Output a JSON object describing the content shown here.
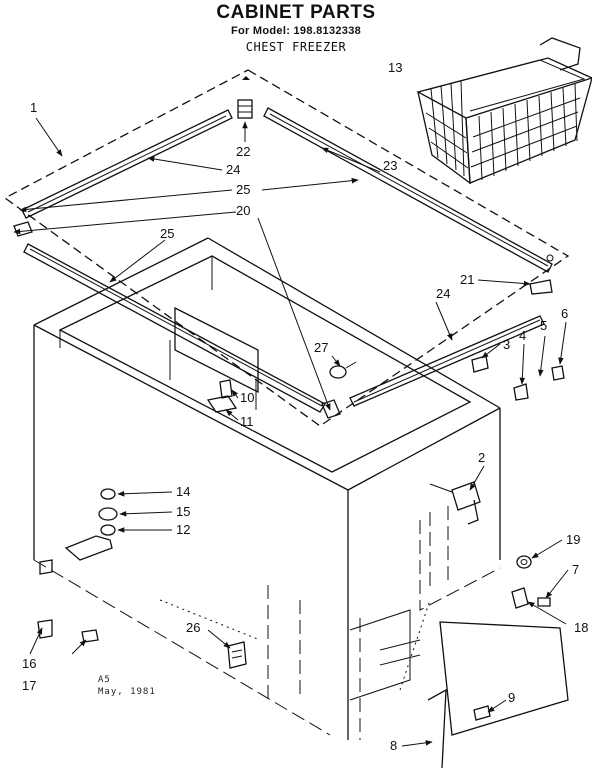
{
  "header": {
    "title": "CABINET PARTS",
    "model": "For Model: 198.8132338",
    "subtitle": "CHEST FREEZER"
  },
  "callouts": {
    "c1": "1",
    "c2": "2",
    "c3": "3",
    "c4": "4",
    "c5": "5",
    "c6": "6",
    "c7": "7",
    "c8": "8",
    "c9": "9",
    "c10": "10",
    "c11": "11",
    "c12": "12",
    "c13": "13",
    "c14": "14",
    "c15": "15",
    "c16": "16",
    "c17": "17",
    "c19": "19",
    "c20": "20",
    "c21": "21",
    "c22": "22",
    "c23": "23",
    "c24a": "24",
    "c24b": "24",
    "c25a": "25",
    "c25b": "25",
    "c26": "26",
    "c27": "27",
    "c18": "18"
  },
  "footnote": {
    "line1": "A5",
    "line2": "May, 1981"
  }
}
